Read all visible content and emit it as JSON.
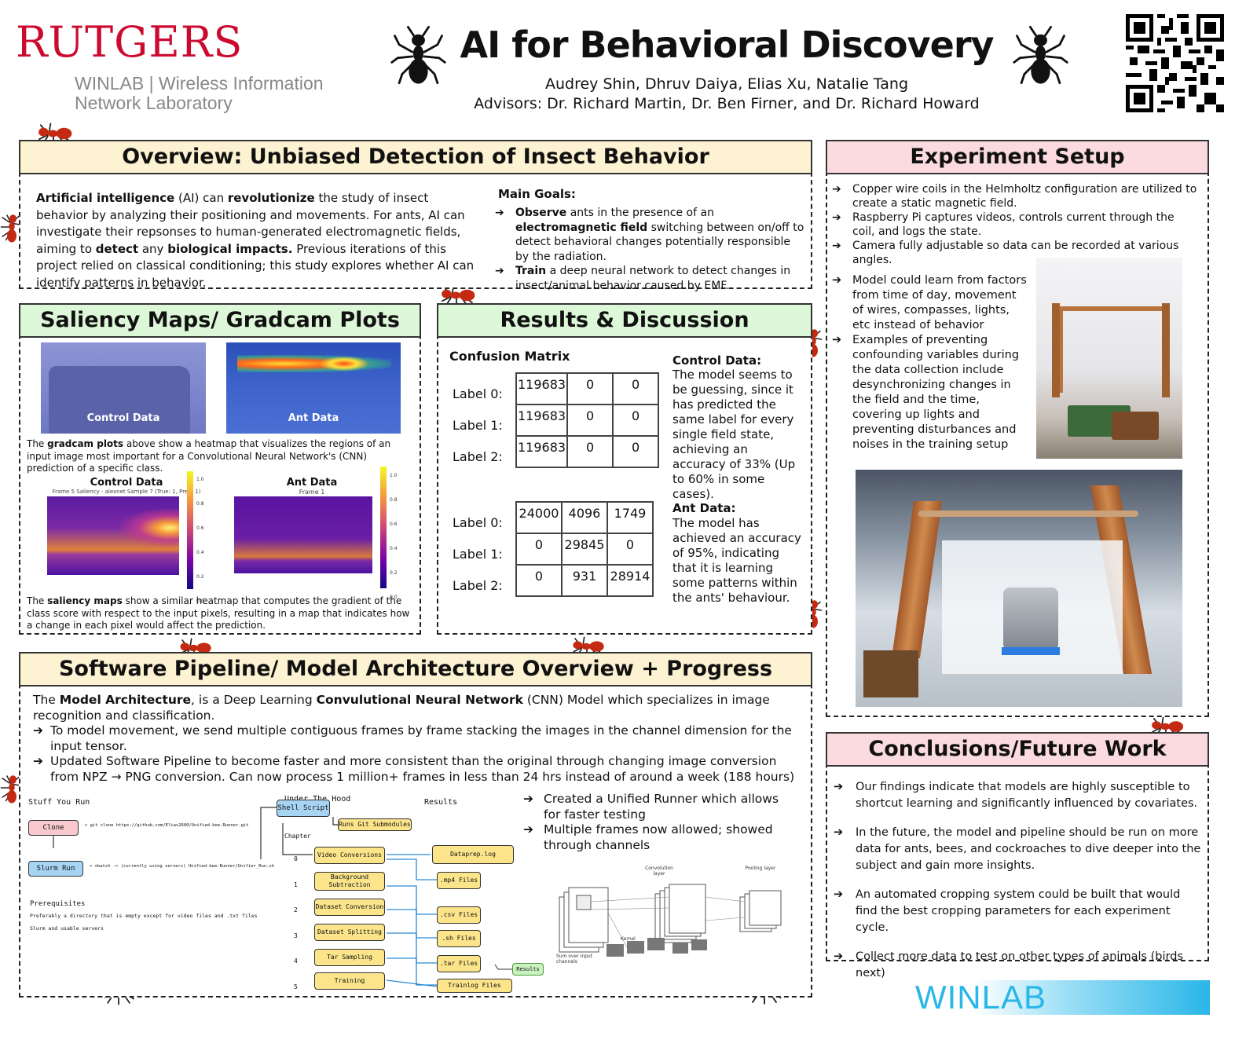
{
  "header": {
    "university": "RUTGERS",
    "lab_line1": "WINLAB | Wireless Information",
    "lab_line2": "Network Laboratory",
    "title": "AI for Behavioral Discovery",
    "authors": "Audrey Shin, Dhruv Daiya, Elias Xu, Natalie Tang",
    "advisors": "Advisors: Dr. Richard Martin, Dr. Ben Firner, and Dr. Richard Howard"
  },
  "overview": {
    "heading": "Overview: Unbiased Detection of Insect Behavior",
    "p_b1": "Artificial intelligence",
    "p_t1": " (AI) can ",
    "p_b2": "revolutionize",
    "p_t2": " the study of insect behavior by analyzing their positioning and movements. For ants, AI can investigate their repsonses to human-generated electromagnetic fields, aiming to ",
    "p_b3": "detect",
    "p_t3": " any ",
    "p_b4": "biological impacts.",
    "p_t4": " Previous iterations of this project relied on classical conditioning; this study explores whether AI can identify patterns in behavior.",
    "goals_title": "Main Goals:",
    "g1_b1": "Observe",
    "g1_t1": " ants in the presence of an ",
    "g1_b2": "electromagnetic field",
    "g1_t2": " switching between on/off to detect behavioral changes potentially responsible by the radiation.",
    "g2_b1": "Train",
    "g2_t1": " a deep neural network to detect changes in insect/animal  behavior caused by EMF."
  },
  "saliency": {
    "heading": "Saliency Maps/ Gradcam Plots",
    "img1_label": "Control Data",
    "img2_label": "Ant Data",
    "cap1_t1": "The ",
    "cap1_b": "gradcam plots",
    "cap1_t2": " above show a heatmap that visualizes the regions of an input image most important for a Convolutional Neural Network's (CNN) prediction of a specific class.",
    "plot1_title": "Control Data",
    "plot1_sub": "Frame 5 Saliency - alexnet Sample 7 (True: 1, Pred: 1)",
    "plot2_title": "Ant Data",
    "plot2_sub": "Frame 1",
    "cbar": [
      "1.0",
      "0.8",
      "0.6",
      "0.4",
      "0.2",
      "0.0"
    ],
    "cap2_t1": "The ",
    "cap2_b": "saliency maps",
    "cap2_t2": "  show a similar heatmap that computes the gradient of the class score with respect to the input pixels, resulting in a map that indicates how a change in each pixel would affect the prediction."
  },
  "results": {
    "heading": "Results & Discussion",
    "cm_title": "Confusion  Matrix",
    "labels": [
      "Label 0:",
      "Label 1:",
      "Label 2:"
    ],
    "matrix1": [
      [
        "119683",
        "0",
        "0"
      ],
      [
        "119683",
        "0",
        "0"
      ],
      [
        "119683",
        "0",
        "0"
      ]
    ],
    "matrix2": [
      [
        "24000",
        "4096",
        "1749"
      ],
      [
        "0",
        "29845",
        "0"
      ],
      [
        "0",
        "931",
        "28914"
      ]
    ],
    "control_title": "Control Data:",
    "control_text": "The model seems to be guessing, since it has predicted the same label for every single field state, achieving an accuracy of 33% (Up to 60% in some cases).",
    "ant_title": "Ant Data:",
    "ant_text": "The model has achieved an accuracy of 95%, indicating that it is learning some patterns within the ants' behaviour."
  },
  "setup": {
    "heading": "Experiment Setup",
    "bullets": [
      "Copper wire coils in the Helmholtz configuration are utilized to create a static magnetic field.",
      "Raspberry Pi captures videos, controls current through the coil, and logs the state.",
      "Camera fully adjustable so data can be recorded at various angles."
    ],
    "bullets2": [
      "Model could learn from factors from time of day, movement of wires, compasses, lights, etc instead of behavior",
      "Examples of preventing confounding variables during the data collection include desynchronizing changes in the field and the time, covering up lights and preventing disturbances and noises in the training setup"
    ]
  },
  "pipeline": {
    "heading": "Software Pipeline/ Model Architecture Overview + Progress",
    "p_t1": "The ",
    "p_b1": "Model Architecture",
    "p_t2": ", is a Deep Learning ",
    "p_b2": "Convulutional Neural Network",
    "p_t3": " (CNN) Model which specializes in image recognition and classification.",
    "bullets": [
      "To model movement, we send multiple contiguous frames by frame stacking the images in the channel dimension for the input tensor.",
      "Updated Software Pipeline to become faster and more consistent than the original through changing image conversion from NPZ → PNG conversion. Can now process 1 million+ frames in less than 24 hrs instead of around a week (188 hours)"
    ],
    "right_bullets": [
      "Created a Unified Runner which allows for faster testing",
      "Multiple frames now allowed; showed through channels"
    ],
    "diagram": {
      "col1": "Stuff You Run",
      "col2": "Under The Hood",
      "col3": "Results",
      "clone": "Clone",
      "clone_cmd": "> git clone https://github.com/Elias2660/Unified-bee-Runner.git",
      "slurm": "Slurm Run",
      "slurm_cmd": "> sbatch -> (currently using servers) Unified-bee-Runner/Unifier_Run.sh",
      "prereq": "Prerequisites",
      "prereq1": "Preferably a directory that is empty except for video files and .txt files",
      "prereq2": "Slurm and usable servers",
      "shell": "Shell Script",
      "submod": "Runs Git Submodules",
      "chapter": "Chapter",
      "steps": [
        "Video Conversions",
        "Background Subtraction",
        "Dataset Conversion",
        "Dataset Splitting",
        "Tar Sampling",
        "Training"
      ],
      "nums": [
        "0",
        "1",
        "2",
        "3",
        "4",
        "5"
      ],
      "outputs": [
        "Dataprep.log",
        ".mp4 Files",
        ".csv Files",
        ".sh Files",
        ".tar Files",
        "Trainlog Files"
      ],
      "results_box": "Results",
      "cnn_conv": "Convolution layer",
      "cnn_pool": "Pooling layer",
      "cnn_kernel": "Kernel",
      "cnn_sum": "Sum over input channels"
    }
  },
  "conclusions": {
    "heading": "Conclusions/Future Work",
    "bullets": [
      "Our findings indicate that models are highly susceptible to shortcut learning and significantly influenced by covariates.",
      "In the future, the model and pipeline should be run on more data for ants, bees, and cockroaches to dive deeper into the subject and gain more insights.",
      "An automated cropping system could be built that would find the best cropping parameters for each experiment cycle.",
      "Collect more data to test on other types of animals (birds next)"
    ]
  },
  "footer": {
    "logo": "WINLAB"
  },
  "colors": {
    "rutgers_red": "#cc0a2f",
    "cream": "#fdf3d2",
    "green": "#ddf8d8",
    "pink": "#fbdbe0",
    "winlab_blue": "#29b6e8"
  }
}
